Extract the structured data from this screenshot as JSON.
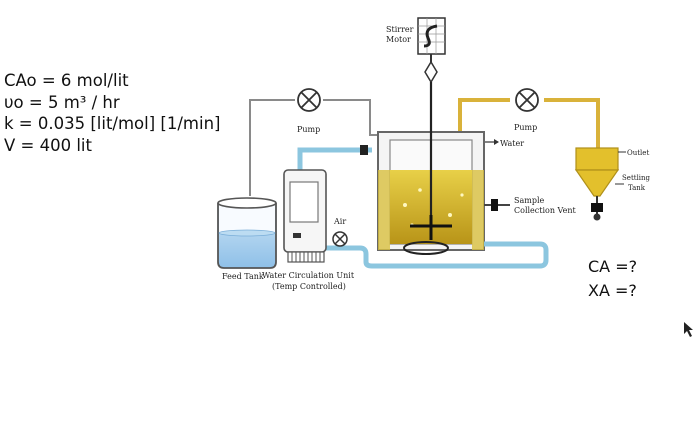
{
  "given": {
    "cao": "CAo = 6 mol/lit",
    "vo": "υo = 5 m³ / hr",
    "k": "k = 0.035 [lit/mol] [1/min]",
    "v": "V = 400 lit"
  },
  "unknowns": {
    "ca": "CA =?",
    "xa": "XA =?"
  },
  "diagram": {
    "stirrer_line1": "Stirrer",
    "stirrer_line2": "Motor",
    "pump_left": "Pump",
    "pump_right": "Pump",
    "water": "Water",
    "outlet": "Outlet",
    "settling_line1": "Settling",
    "settling_line2": "Tank",
    "sample_line1": "Sample",
    "sample_line2": "Collection Vent",
    "air": "Air",
    "feed_tank": "Feed Tank",
    "circ_line1": "Water Circulation Unit",
    "circ_line2": "(Temp Controlled)"
  }
}
